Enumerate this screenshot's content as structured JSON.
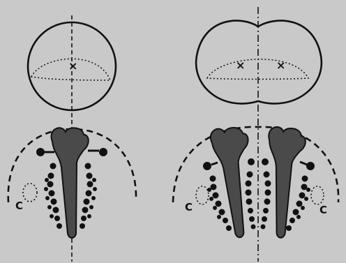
{
  "figure": {
    "background": "#c9c9c9",
    "ink": "#111111",
    "structure_fill": "#4a4a4a",
    "left_panel": {
      "markers": [
        "×"
      ],
      "labels": [
        "C"
      ]
    },
    "right_panel": {
      "markers": [
        "×",
        "×"
      ],
      "labels": [
        "C",
        "C"
      ]
    }
  }
}
